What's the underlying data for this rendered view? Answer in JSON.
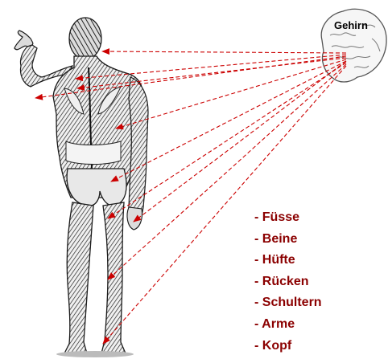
{
  "brain": {
    "label": "Gehirn"
  },
  "legend": {
    "items": [
      "- Füsse",
      "- Beine",
      "- Hüfte",
      "- Rücken",
      "- Schultern",
      "- Arme",
      "- Kopf"
    ]
  },
  "colors": {
    "arrow": "#cc0000",
    "legend_text": "#8b0000",
    "figure": "#1a1a1a",
    "brain_outline": "#555555"
  },
  "icons": {
    "figure": "human-figure-back-view",
    "brain": "brain-sketch"
  }
}
